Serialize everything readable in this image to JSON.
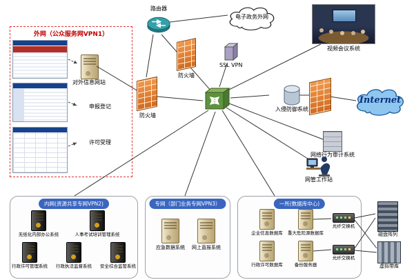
{
  "labels": {
    "router": "路由器",
    "egov": "电子政务外网",
    "video": "视频会议系统",
    "ssl": "SSL VPN",
    "fw_top": "防火墙",
    "fw_left": "防火墙",
    "ips": "入侵防御系统",
    "internet": "Internet",
    "audit": "网络行为审计系统",
    "nms": "网管工作站"
  },
  "vpn1": {
    "title": "外网（公众服务网VPN1）",
    "site": "对外信息网站",
    "declare": "申报登记",
    "accept": "许可受理"
  },
  "boxes": [
    {
      "title": "内网(资源共享专网VPN2)",
      "items": [
        "无纸化内部办公系统",
        "人事考试培训管理系统",
        "行政许可管理系统",
        "行政执法监督系统",
        "安全综合监管系统"
      ]
    },
    {
      "title": "专网（部门业务专网VPN3）",
      "items": [
        "应急数据系统",
        "网上直报系统"
      ]
    },
    {
      "title": "一所(数据库中心)",
      "items": [
        "企业信息数据库",
        "重大危险源数据库",
        "行政许可数据库",
        "备份服务器"
      ]
    }
  ],
  "storage": {
    "fs1": "光纤交换机",
    "fs2": "光纤交换机",
    "disk": "磁盘阵列",
    "vtl": "虚拟带库"
  }
}
